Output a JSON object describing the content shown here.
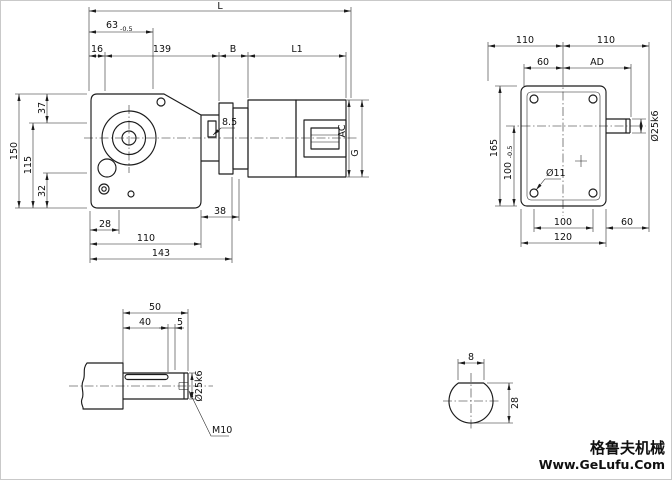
{
  "side_view": {
    "L": "L",
    "d63": "63",
    "d63_tol": "-0.5",
    "d16": "16",
    "d139": "139",
    "B": "B",
    "L1": "L1",
    "d37": "37",
    "d150": "150",
    "d115": "115",
    "d32": "32",
    "d85": "8.5",
    "d38": "38",
    "d28": "28",
    "d110": "110",
    "d143": "143",
    "AC": "AC",
    "G": "G"
  },
  "end_view": {
    "d110_left": "110",
    "d110_right": "110",
    "d60_top": "60",
    "AD": "AD",
    "shaft_dia": "Ø25k6",
    "d165": "165",
    "d100_val": "100",
    "d100_tol": "-0.5",
    "hole_dia": "Ø11",
    "d100_bottom": "100",
    "d120": "120",
    "d60_bottom": "60"
  },
  "shaft_detail": {
    "d50": "50",
    "d40": "40",
    "d5": "5",
    "shaft_dia": "Ø25k6",
    "thread": "M10"
  },
  "key_section": {
    "d8": "8",
    "d28": "28"
  },
  "watermark": {
    "brand": "格鲁夫机械",
    "site": "Www.GeLufu.Com",
    "color": "#cc2222"
  }
}
